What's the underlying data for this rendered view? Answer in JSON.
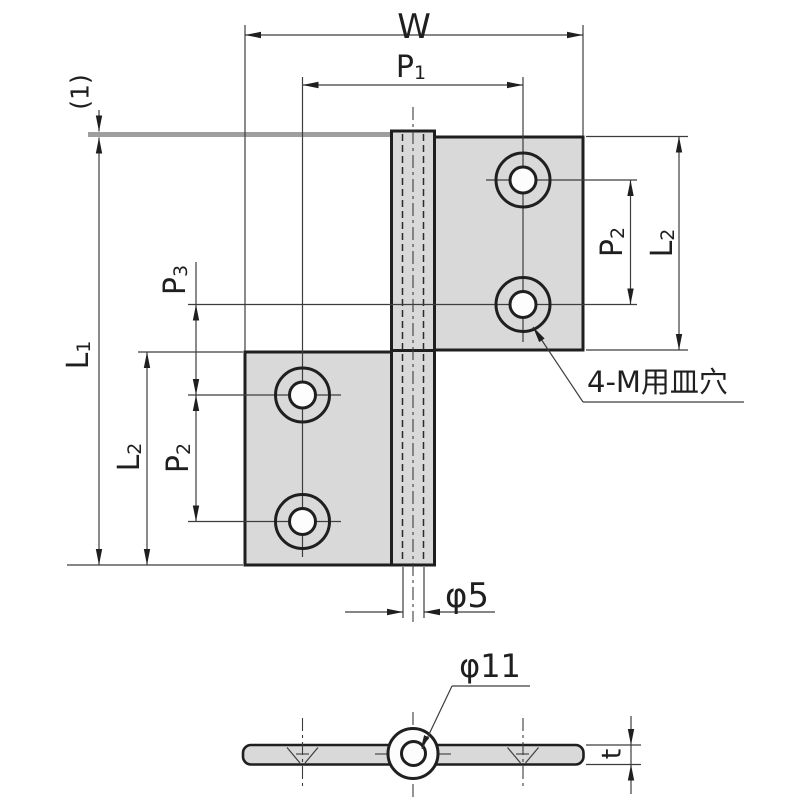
{
  "drawing": {
    "kind": "flag-hinge-dimension-drawing",
    "labels": {
      "w": {
        "main": "W",
        "sub": ""
      },
      "p1": {
        "main": "P",
        "sub": "1"
      },
      "p2_right": {
        "main": "P",
        "sub": "2"
      },
      "l2_right": {
        "main": "L",
        "sub": "2"
      },
      "p3": {
        "main": "P",
        "sub": "3"
      },
      "l1": {
        "main": "L",
        "sub": "1"
      },
      "l2_left": {
        "main": "L",
        "sub": "2"
      },
      "p2_left": {
        "main": "P",
        "sub": "2"
      },
      "paren_one": "(1)",
      "phi5": "φ5",
      "phi11": "φ11",
      "thickness": "t",
      "countersink_note": "4-M用皿穴"
    },
    "colors": {
      "background": "#ffffff",
      "leaf_fill": "#d9d9d9",
      "outline": "#1f1f1f",
      "dimension_line": "#3d3d3d",
      "pin_end_line": "#9e9e9e"
    }
  }
}
